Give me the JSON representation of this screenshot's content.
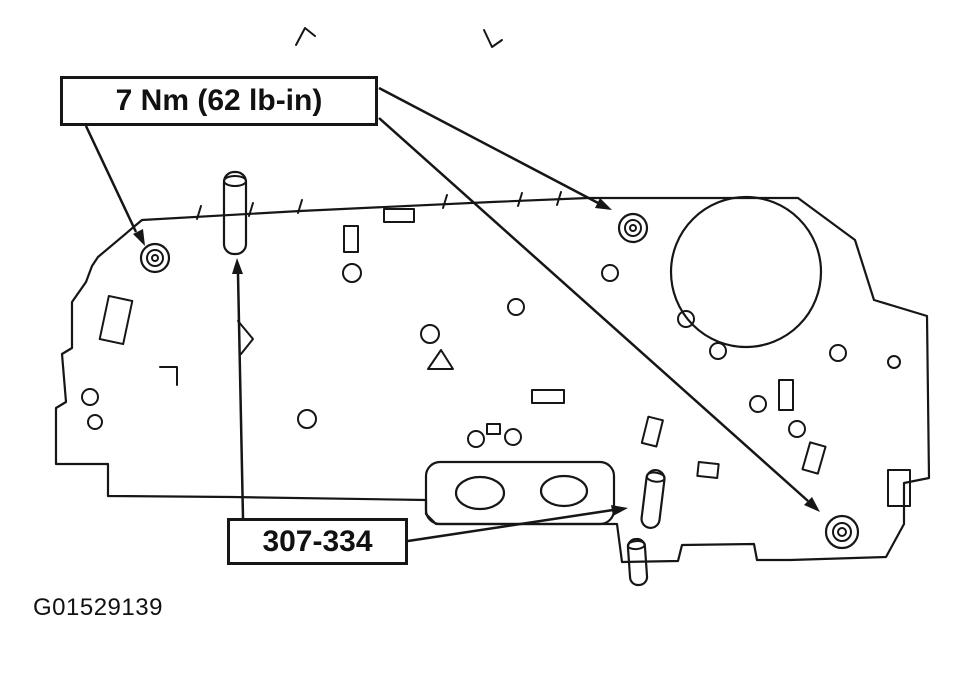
{
  "figure": {
    "code": "G01529139"
  },
  "callouts": {
    "torque_spec": {
      "label": "7 Nm (62 lb-in)"
    },
    "tool_number": {
      "label": "307-334"
    }
  },
  "colors": {
    "line": "#161616",
    "background": "#ffffff"
  }
}
